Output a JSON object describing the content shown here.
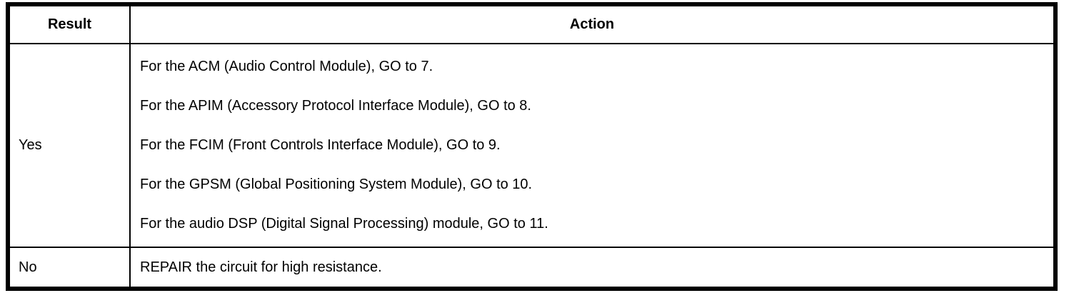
{
  "table": {
    "columns": [
      {
        "label": "Result"
      },
      {
        "label": "Action"
      }
    ],
    "rows": [
      {
        "result": "Yes",
        "actions": [
          "For the ACM (Audio Control Module), GO to 7.",
          "For the APIM (Accessory Protocol Interface Module), GO to 8.",
          "For the FCIM (Front Controls Interface Module), GO to 9.",
          "For the GPSM (Global Positioning System Module), GO to 10.",
          "For the audio DSP (Digital Signal Processing) module, GO to 11."
        ]
      },
      {
        "result": "No",
        "actions": [
          "REPAIR the circuit for high resistance."
        ]
      }
    ],
    "colors": {
      "border": "#000000",
      "background": "#ffffff",
      "text": "#000000"
    }
  }
}
